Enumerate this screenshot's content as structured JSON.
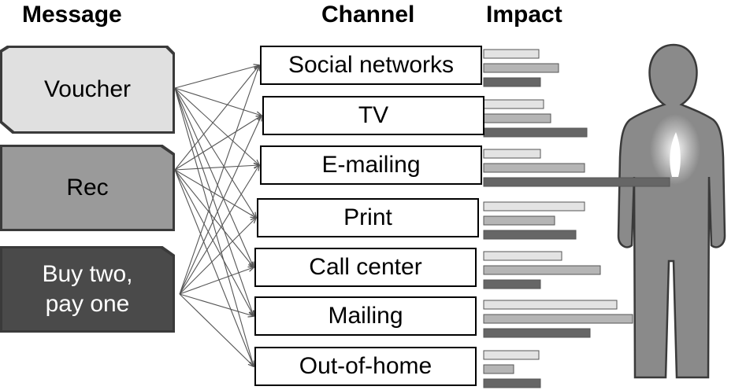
{
  "headings": {
    "message": "Message",
    "channel": "Channel",
    "impact": "Impact"
  },
  "messages": [
    {
      "label": "Voucher",
      "fill": "#e0e0e0",
      "text_color": "#000000"
    },
    {
      "label": "Rec",
      "fill": "#9a9a9a",
      "text_color": "#000000"
    },
    {
      "label": "Buy two,\npay one",
      "fill": "#4a4a4a",
      "text_color": "#ffffff"
    }
  ],
  "channels": [
    "Social networks",
    "TV",
    "E-mailing",
    "Print",
    "Call center",
    "Mailing",
    "Out-of-home"
  ],
  "impact_bars": {
    "colors": [
      "#e3e3e3",
      "#b5b5b5",
      "#666666"
    ],
    "lengths": [
      [
        0.39,
        0.53,
        0.4
      ],
      [
        0.42,
        0.47,
        0.73
      ],
      [
        0.4,
        0.71,
        1.31
      ],
      [
        0.71,
        0.5,
        0.65
      ],
      [
        0.55,
        0.82,
        0.4
      ],
      [
        0.94,
        1.05,
        0.75
      ],
      [
        0.39,
        0.21,
        0.4
      ]
    ]
  },
  "colors": {
    "figure_fill": "#8a8a8a",
    "figure_stroke": "#3a3a3a",
    "arrow": "#555555"
  }
}
